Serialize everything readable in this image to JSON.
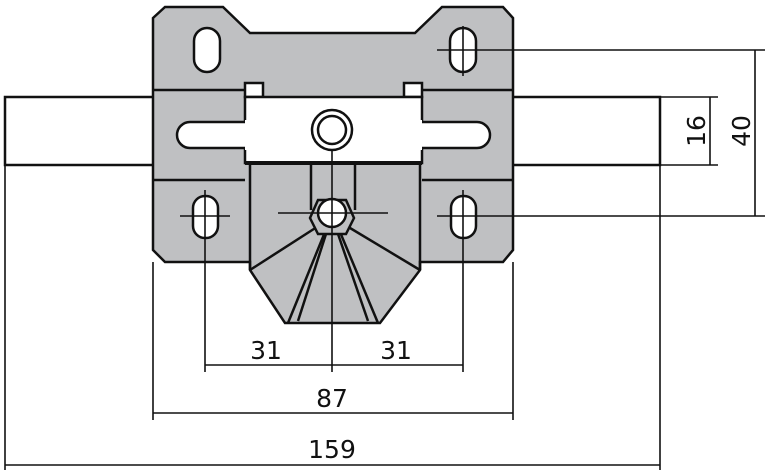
{
  "colors": {
    "plate": "#bfc0c2",
    "line": "#111111",
    "background": "#ffffff"
  },
  "dimensions": {
    "hole_left": "31",
    "hole_right": "31",
    "plate_width": "87",
    "overall_width": "159",
    "bar_height": "16",
    "hole_spacing_vertical": "40"
  }
}
